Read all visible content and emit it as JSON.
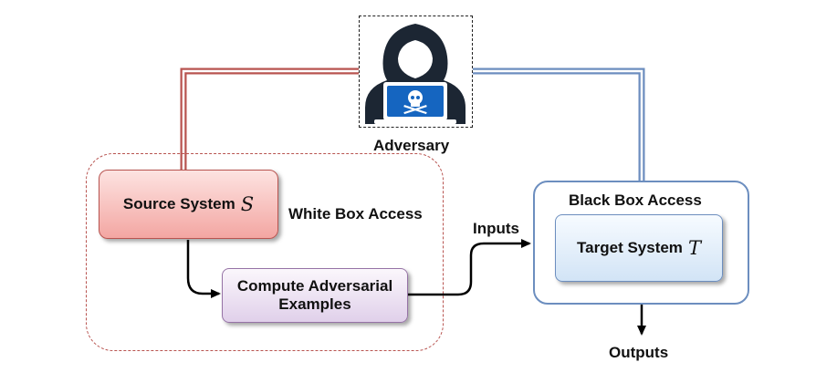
{
  "adversary": {
    "label": "Adversary",
    "icon": "hooded-hacker-laptop-icon"
  },
  "white_box": {
    "label": "White Box Access",
    "border_color": "#b85450"
  },
  "black_box": {
    "label": "Black Box Access",
    "border_color": "#6c8ebf"
  },
  "source_system": {
    "label": "Source System",
    "symbol": "S",
    "fill": "#f8cecc"
  },
  "compute_box": {
    "line1": "Compute Adversarial",
    "line2": "Examples",
    "fill": "#e1d5e7"
  },
  "target_system": {
    "label": "Target System",
    "symbol": "T",
    "fill": "#dae8fc"
  },
  "edges": {
    "inputs_label": "Inputs",
    "outputs_label": "Outputs"
  },
  "colors": {
    "red_link": "#b85450",
    "blue_link": "#6c8ebf",
    "hacker_body": "#1c2633",
    "laptop": "#1565c0"
  }
}
